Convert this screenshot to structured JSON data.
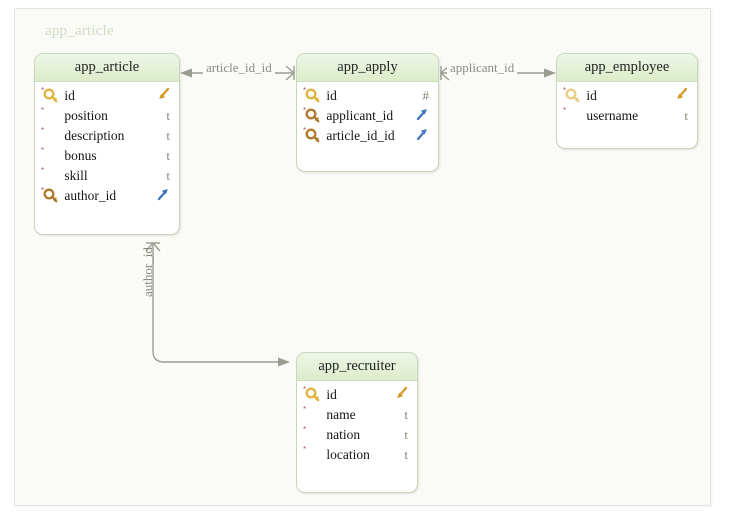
{
  "diagram": {
    "cluster_label": "app_article",
    "colors": {
      "header_top": "#eef6e6",
      "header_bottom": "#dcecca",
      "table_border": "#c9d6bb",
      "edge": "#9b9b92",
      "cluster_bg": "#fafbf7",
      "cluster_border": "#e3e3e3",
      "cluster_label_text": "#cfdcc4",
      "key_pk": "#e8bf52",
      "key_fk": "#b07b2e",
      "arrow_in": "#d39a2a",
      "arrow_out": "#3f74c0",
      "not_null_marker": "#b05656",
      "type_text": "#7d8a74"
    }
  },
  "tables": [
    {
      "id": "app_article",
      "name": "app_article",
      "columns": [
        {
          "name": "id",
          "key": "pk",
          "marker": "*",
          "type": "arrow-in"
        },
        {
          "name": "position",
          "key": "",
          "marker": "*",
          "type": "t"
        },
        {
          "name": "description",
          "key": "",
          "marker": "*",
          "type": "t"
        },
        {
          "name": "bonus",
          "key": "",
          "marker": "*",
          "type": "t"
        },
        {
          "name": "skill",
          "key": "",
          "marker": "*",
          "type": "t"
        },
        {
          "name": "author_id",
          "key": "fk",
          "marker": "*",
          "type": "arrow-out"
        }
      ]
    },
    {
      "id": "app_apply",
      "name": "app_apply",
      "columns": [
        {
          "name": "id",
          "key": "pk",
          "marker": "*",
          "type": "#"
        },
        {
          "name": "applicant_id",
          "key": "fk",
          "marker": "*",
          "type": "arrow-out"
        },
        {
          "name": "article_id_id",
          "key": "fk",
          "marker": "*",
          "type": "arrow-out"
        }
      ]
    },
    {
      "id": "app_employee",
      "name": "app_employee",
      "columns": [
        {
          "name": "id",
          "key": "pk",
          "marker": "*",
          "type": "arrow-in"
        },
        {
          "name": "username",
          "key": "",
          "marker": "*",
          "type": "t"
        }
      ]
    },
    {
      "id": "app_recruiter",
      "name": "app_recruiter",
      "columns": [
        {
          "name": "id",
          "key": "pk",
          "marker": "*",
          "type": "arrow-in"
        },
        {
          "name": "name",
          "key": "",
          "marker": "*",
          "type": "t"
        },
        {
          "name": "nation",
          "key": "",
          "marker": "*",
          "type": "t"
        },
        {
          "name": "location",
          "key": "",
          "marker": "*",
          "type": "t"
        }
      ]
    }
  ],
  "edges": [
    {
      "id": "article_id_id",
      "label": "article_id_id",
      "from": "app_apply",
      "to": "app_article",
      "orientation": "horizontal"
    },
    {
      "id": "applicant_id",
      "label": "applicant_id",
      "from": "app_apply",
      "to": "app_employee",
      "orientation": "horizontal"
    },
    {
      "id": "author_id",
      "label": "author_id",
      "from": "app_article",
      "to": "app_recruiter",
      "orientation": "vertical"
    }
  ]
}
